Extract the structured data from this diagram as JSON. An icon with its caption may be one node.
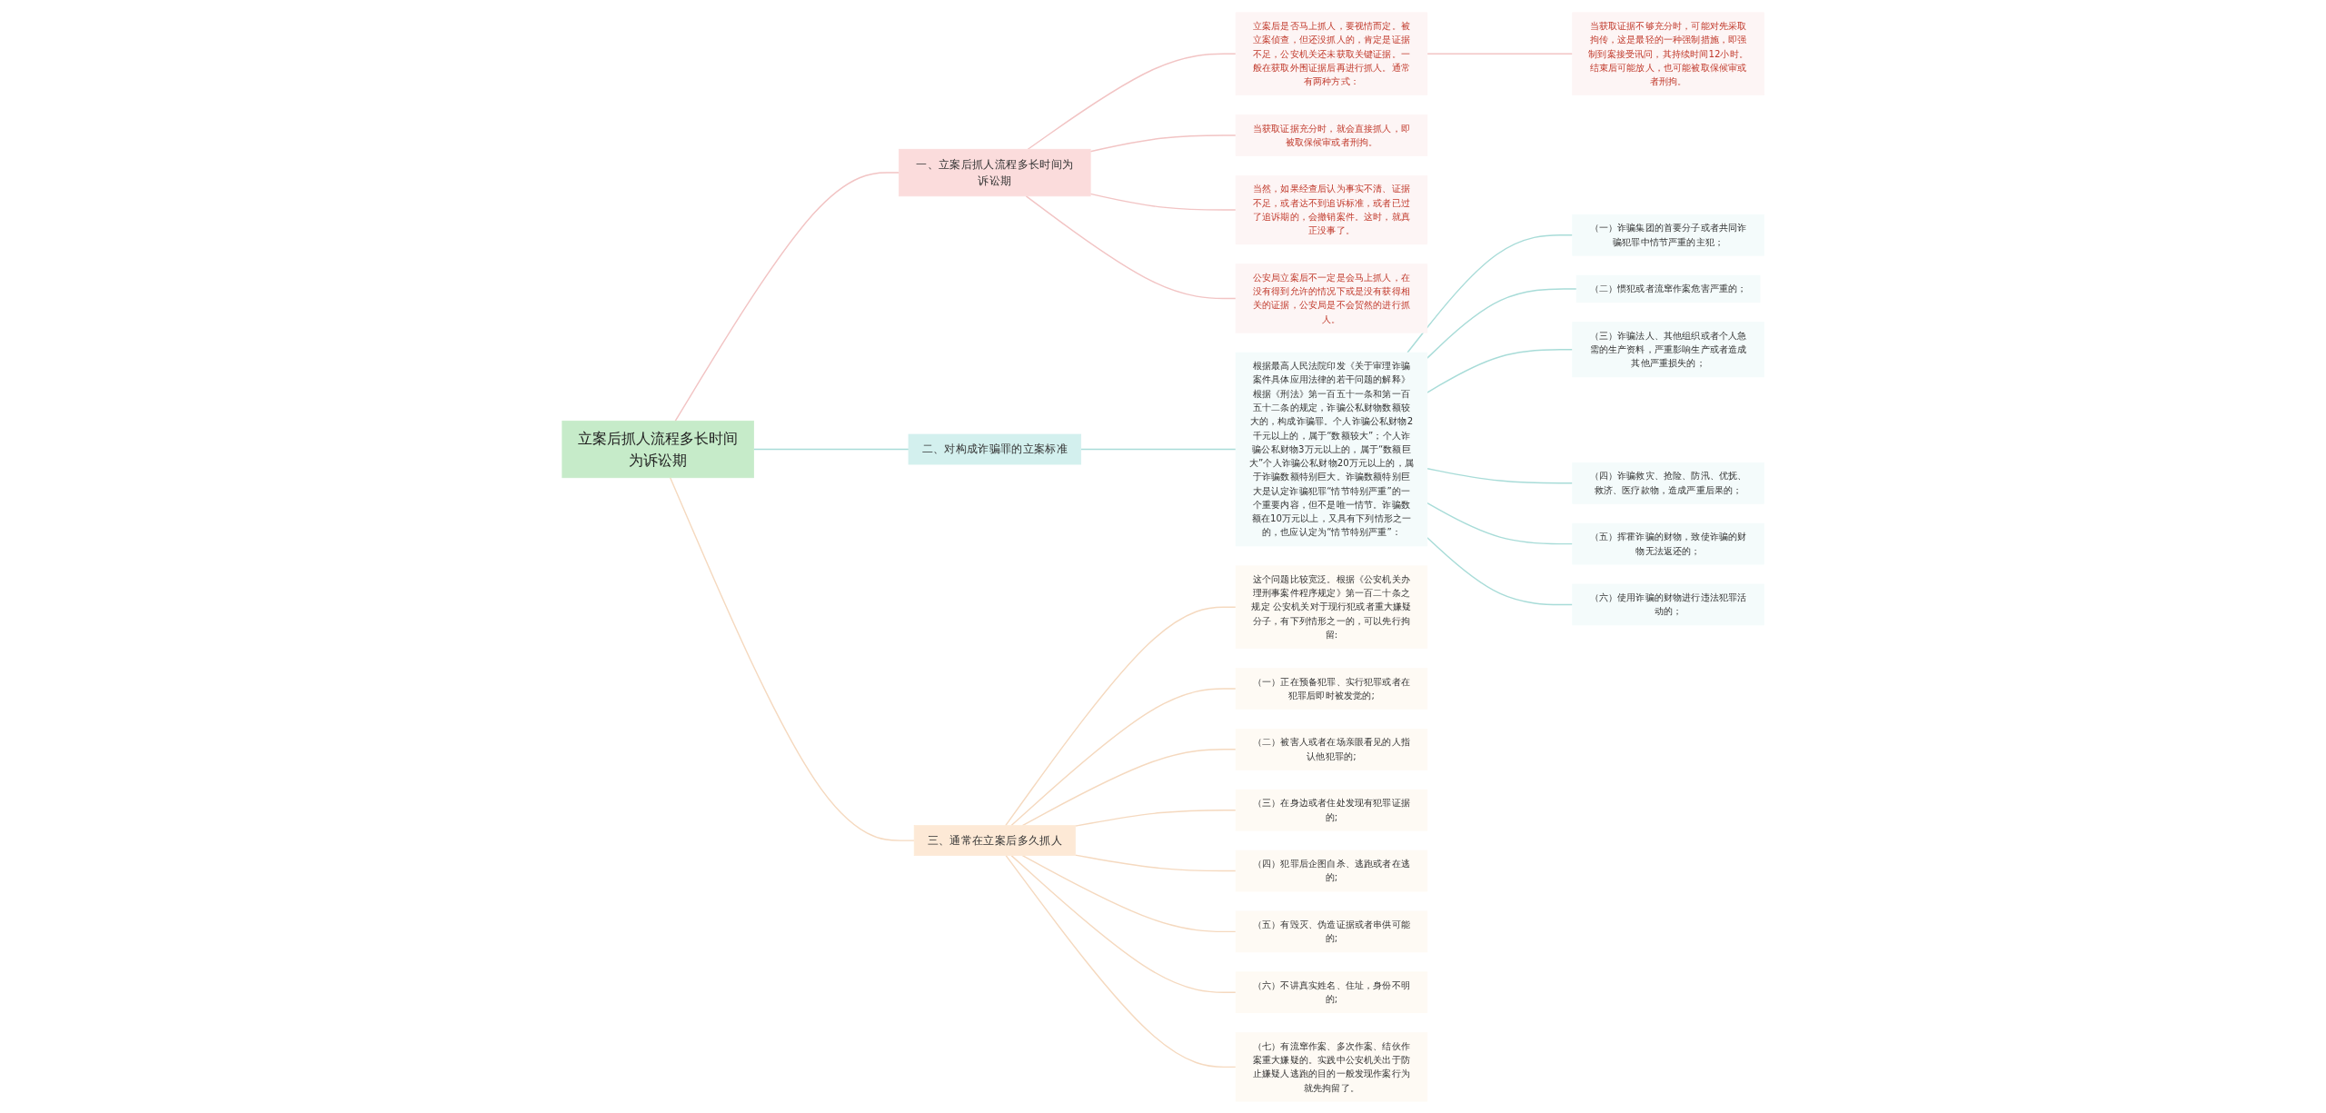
{
  "diagram": {
    "nodes": [
      {
        "text": [
          "立案后抓人流程多长时间为诉讼期"
        ]
      },
      {
        "text": [
          "一、立案后抓人流程多长时间为诉讼期"
        ]
      },
      {
        "text": [
          "立案后是否马上抓人，要视情而定。被立案侦查，但还没抓人的，肯定是证据不足，公安机关还未获取关键证据。一般在获取外围证据后再进行抓人。通常有两种方式："
        ]
      },
      {
        "text": [
          "当获取证据不够充分时，可能对先采取拘传，这是最轻的一种强制措施，即强制到案接受讯问，其持续时间12小时。结束后可能放人，也可能被取保候审或者刑拘。"
        ]
      },
      {
        "text": [
          "当获取证据充分时，就会直接抓人，即被取保候审或者刑拘。"
        ]
      },
      {
        "text": [
          "当然，如果经查后认为事实不清、证据不足，或者达不到追诉标准，或者已过了追诉期的，会撤销案件。这时，就真正没事了。"
        ]
      },
      {
        "text": [
          "公安局立案后不一定是会马上抓人，在没有得到允许的情况下或是没有获得相关的证据，公安局是不会贸然的进行抓人。"
        ]
      },
      {
        "text": [
          "二、对构成诈骗罪的立案标准"
        ]
      },
      {
        "text": [
          "根据最高人民法院印发《关于审理诈骗案件具体应用法律的若干问题的解释》根据《刑法》第一百五十一条和第一百五十二条的规定，诈骗公私财物数额较大的，构成诈骗罪。个人诈骗公私财物2千元以上的，属于“数额较大”；个人诈骗公私财物3万元以上的，属于“数额巨大”个人诈骗公私财物20万元以上的，属于诈骗数额特别巨大。诈骗数额特别巨大是认定诈骗犯罪“情节特别严重”的一个重要内容，但不是唯一情节。诈骗数额在10万元以上，又具有下列情形之一的，也应认定为“情节特别严重”："
        ]
      },
      {
        "text": [
          "（一）诈骗集团的首要分子或者共同诈骗犯罪中情节严重的主犯；"
        ]
      },
      {
        "text": [
          "（二）惯犯或者流窜作案危害严重的；"
        ]
      },
      {
        "text": [
          "（三）诈骗法人、其他组织或者个人急需的生产资料，严重影响生产或者造成其他严重损失的；"
        ]
      },
      {
        "text": [
          "（四）诈骗救灾、抢险、防汛、优抚、救济、医疗款物，造成严重后果的；"
        ]
      },
      {
        "text": [
          "（五）挥霍诈骗的财物，致使诈骗的财物无法返还的；"
        ]
      },
      {
        "text": [
          "（六）使用诈骗的财物进行违法犯罪活动的；"
        ]
      },
      {
        "text": [
          "三、通常在立案后多久抓人"
        ]
      },
      {
        "text": [
          "这个问题比较宽泛。根据《公安机关办理刑事案件程序规定》第一百二十条之规定 公安机关对于现行犯或者重大嫌疑分子，有下列情形之一的，可以先行拘留:"
        ]
      },
      {
        "text": [
          "（一）正在预备犯罪、实行犯罪或者在犯罪后即时被发觉的;"
        ]
      },
      {
        "text": [
          "（二）被害人或者在场亲眼看见的人指认他犯罪的;"
        ]
      },
      {
        "text": [
          "（三）在身边或者住处发现有犯罪证据的;"
        ]
      },
      {
        "text": [
          "（四）犯罪后企图自杀、逃跑或者在逃的;"
        ]
      },
      {
        "text": [
          "（五）有毁灭、伪造证据或者串供可能的;"
        ]
      },
      {
        "text": [
          "（六）不讲真实姓名、住址，身份不明的;"
        ]
      },
      {
        "text": [
          "（七）有流窜作案、多次作案、结伙作案重大嫌疑的。实践中公安机关出于防止嫌疑人逃跑的目的一般发现作案行为就先拘留了。"
        ]
      }
    ],
    "edges": [
      {
        "from": 0,
        "to": 1,
        "arrow": "none",
        "color": "#f2c4c4"
      },
      {
        "from": 1,
        "to": 2,
        "arrow": "none",
        "color": "#f2c4c4"
      },
      {
        "from": 2,
        "to": 3,
        "arrow": "none",
        "color": "#f2c4c4"
      },
      {
        "from": 1,
        "to": 4,
        "arrow": "none",
        "color": "#f2c4c4"
      },
      {
        "from": 1,
        "to": 5,
        "arrow": "none",
        "color": "#f2c4c4"
      },
      {
        "from": 1,
        "to": 6,
        "arrow": "none",
        "color": "#f2c4c4"
      },
      {
        "from": 0,
        "to": 7,
        "arrow": "none",
        "color": "#a8dcd8"
      },
      {
        "from": 7,
        "to": 8,
        "arrow": "none",
        "color": "#a8dcd8"
      },
      {
        "from": 8,
        "to": 9,
        "arrow": "none",
        "color": "#a8dcd8"
      },
      {
        "from": 8,
        "to": 10,
        "arrow": "none",
        "color": "#a8dcd8"
      },
      {
        "from": 8,
        "to": 11,
        "arrow": "none",
        "color": "#a8dcd8"
      },
      {
        "from": 8,
        "to": 12,
        "arrow": "none",
        "color": "#a8dcd8"
      },
      {
        "from": 8,
        "to": 13,
        "arrow": "none",
        "color": "#a8dcd8"
      },
      {
        "from": 8,
        "to": 14,
        "arrow": "none",
        "color": "#a8dcd8"
      },
      {
        "from": 0,
        "to": 15,
        "arrow": "none"
      },
      {
        "from": 15,
        "to": 16,
        "arrow": "none"
      },
      {
        "from": 15,
        "to": 17,
        "arrow": "none"
      },
      {
        "from": 15,
        "to": 18,
        "arrow": "none"
      },
      {
        "from": 15,
        "to": 19,
        "arrow": "none"
      },
      {
        "from": 15,
        "to": 20,
        "arrow": "none"
      },
      {
        "from": 15,
        "to": 21,
        "arrow": "none"
      },
      {
        "from": 15,
        "to": 22,
        "arrow": "none"
      },
      {
        "from": 15,
        "to": 23,
        "arrow": "none"
      }
    ]
  }
}
